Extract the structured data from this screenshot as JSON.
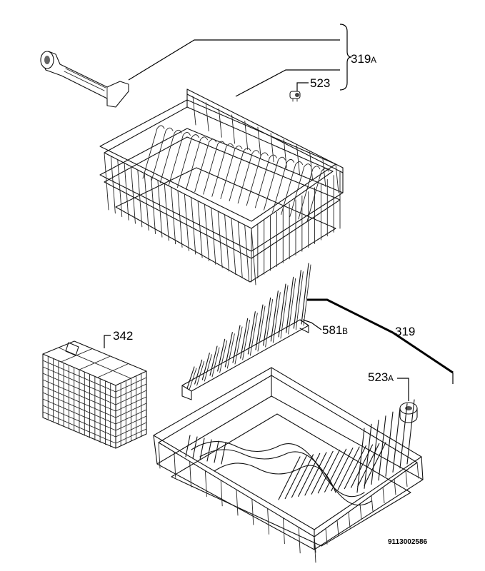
{
  "labels": {
    "upper_basket": "319",
    "upper_basket_suffix": "A",
    "wheel_upper": "523",
    "cutlery_basket": "342",
    "plate_rack": "581",
    "plate_rack_suffix": "B",
    "lower_basket": "319",
    "wheel_lower": "523",
    "wheel_lower_suffix": "A"
  },
  "drawing_code": "9113002586"
}
